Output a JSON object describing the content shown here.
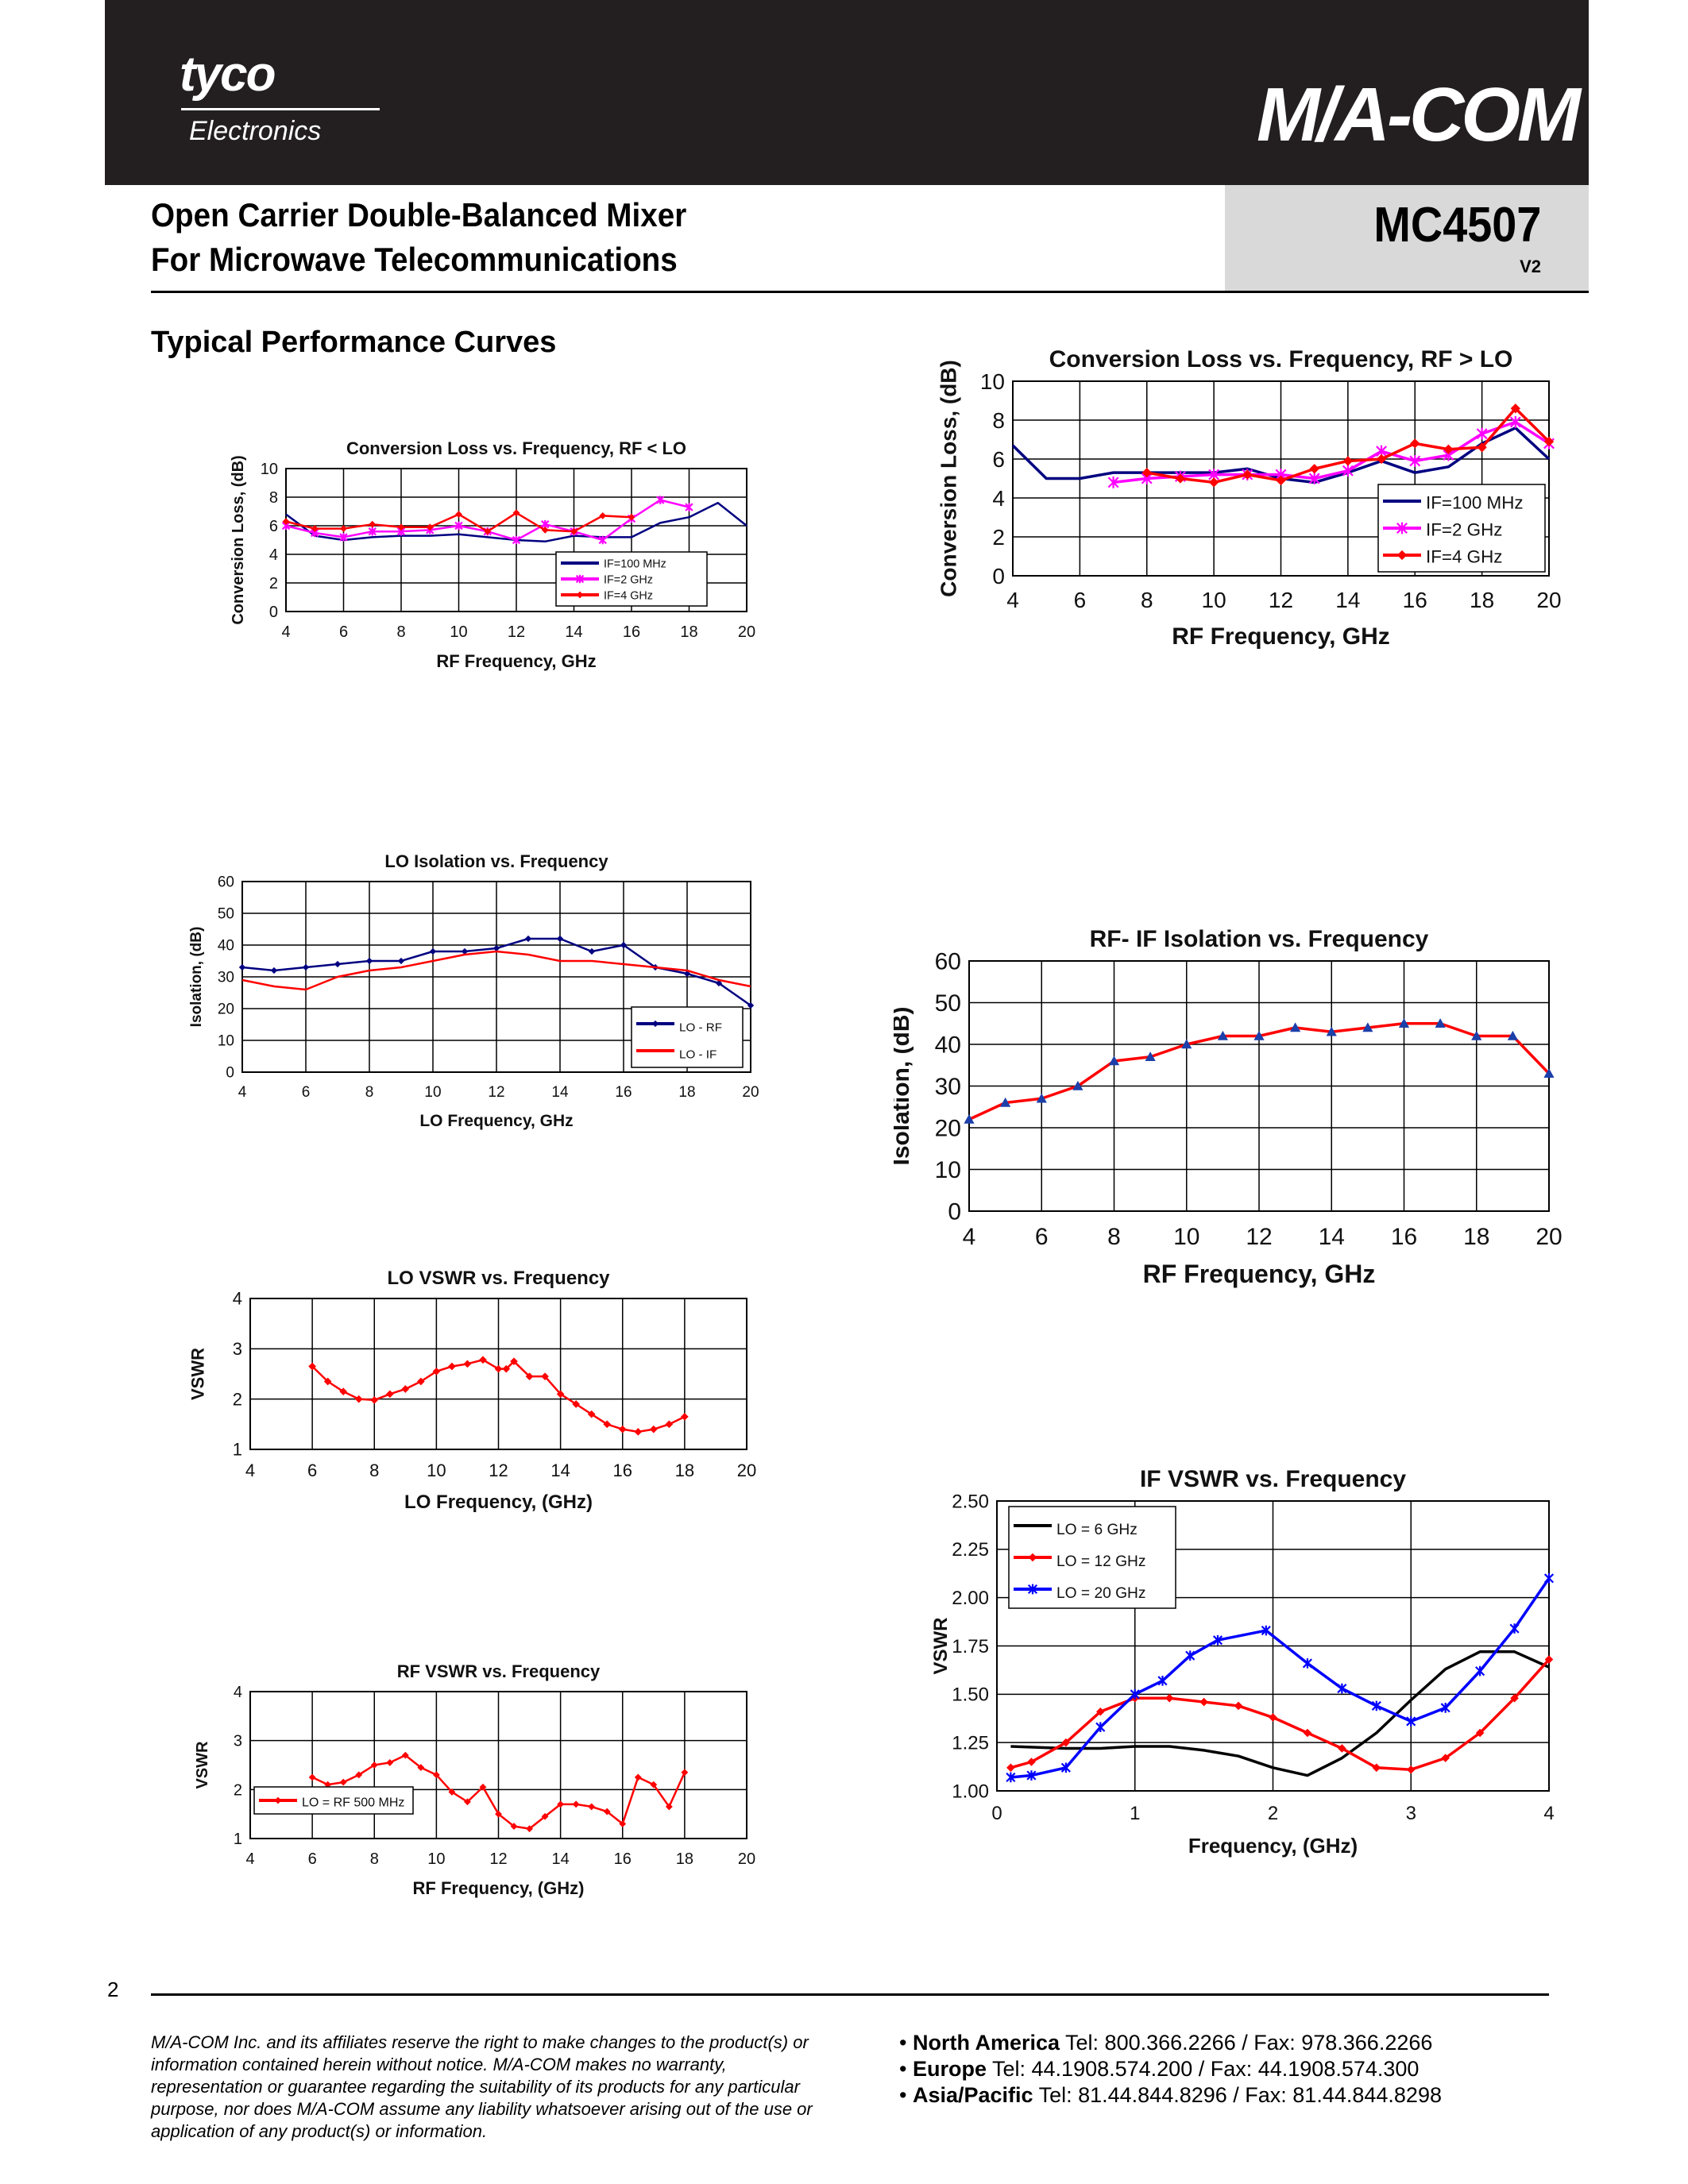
{
  "header": {
    "logo_left": "tyco",
    "logo_left_sub": "Electronics",
    "logo_right": "M/A-COM"
  },
  "title": {
    "line1": "Open Carrier Double-Balanced Mixer",
    "line2": "For Microwave Telecommunications",
    "part_number": "MC4507",
    "revision": "V2"
  },
  "section_title": "Typical Performance Curves",
  "chart_data": [
    {
      "id": "cl_rf_lt_lo",
      "type": "line",
      "title": "Conversion Loss vs. Frequency, RF < LO",
      "xlabel": "RF Frequency, GHz",
      "ylabel": "Conversion Loss, (dB)",
      "xlim": [
        4,
        20
      ],
      "ylim": [
        0,
        10
      ],
      "xticks": [
        4,
        6,
        8,
        10,
        12,
        14,
        16,
        18,
        20
      ],
      "yticks": [
        0,
        2,
        4,
        6,
        8,
        10
      ],
      "grid": true,
      "legend": "bottom-right",
      "series": [
        {
          "name": "IF=100 MHz",
          "color": "#000080",
          "marker": "none",
          "x": [
            4,
            5,
            6,
            7,
            8,
            9,
            10,
            11,
            12,
            13,
            14,
            15,
            16,
            17,
            18,
            19,
            20
          ],
          "y": [
            6.8,
            5.3,
            5.0,
            5.2,
            5.3,
            5.3,
            5.4,
            5.2,
            5.0,
            4.9,
            5.3,
            5.2,
            5.2,
            6.2,
            6.6,
            7.6,
            6.0
          ]
        },
        {
          "name": "IF=2 GHz",
          "color": "#ff00ff",
          "marker": "x",
          "x": [
            4,
            5,
            6,
            7,
            8,
            9,
            10,
            11,
            12,
            13,
            14,
            15,
            16,
            17,
            18
          ],
          "y": [
            6.0,
            5.5,
            5.2,
            5.6,
            5.6,
            5.7,
            6.0,
            5.6,
            5.0,
            6.1,
            5.6,
            5.0,
            6.5,
            7.8,
            7.3
          ]
        },
        {
          "name": "IF=4 GHz",
          "color": "#ff0000",
          "marker": "diamond",
          "x": [
            4,
            5,
            6,
            7,
            8,
            9,
            10,
            11,
            12,
            13,
            14,
            15,
            16
          ],
          "y": [
            6.3,
            5.8,
            5.8,
            6.1,
            5.9,
            5.9,
            6.8,
            5.6,
            6.9,
            5.7,
            5.6,
            6.7,
            6.6
          ]
        }
      ]
    },
    {
      "id": "cl_rf_gt_lo",
      "type": "line",
      "title": "Conversion Loss vs. Frequency, RF > LO",
      "xlabel": "RF Frequency, GHz",
      "ylabel": "Conversion Loss, (dB)",
      "xlim": [
        4,
        20
      ],
      "ylim": [
        0,
        10
      ],
      "xticks": [
        4,
        6,
        8,
        10,
        12,
        14,
        16,
        18,
        20
      ],
      "yticks": [
        0,
        2,
        4,
        6,
        8,
        10
      ],
      "grid": true,
      "legend": "bottom-right",
      "series": [
        {
          "name": "IF=100 MHz",
          "color": "#000080",
          "marker": "none",
          "x": [
            4,
            5,
            6,
            7,
            8,
            9,
            10,
            11,
            12,
            13,
            14,
            15,
            16,
            17,
            18,
            19,
            20
          ],
          "y": [
            6.7,
            5.0,
            5.0,
            5.3,
            5.3,
            5.3,
            5.3,
            5.5,
            5.0,
            4.8,
            5.3,
            5.9,
            5.3,
            5.6,
            6.8,
            7.6,
            6.0
          ]
        },
        {
          "name": "IF=2 GHz",
          "color": "#ff00ff",
          "marker": "x",
          "x": [
            7,
            8,
            9,
            10,
            11,
            12,
            13,
            14,
            15,
            16,
            17,
            18,
            19,
            20
          ],
          "y": [
            4.8,
            5.0,
            5.1,
            5.2,
            5.2,
            5.2,
            5.0,
            5.4,
            6.4,
            5.9,
            6.2,
            7.3,
            7.9,
            6.8
          ]
        },
        {
          "name": "IF=4 GHz",
          "color": "#ff0000",
          "marker": "diamond",
          "x": [
            8,
            9,
            10,
            11,
            12,
            13,
            14,
            15,
            16,
            17,
            18,
            19,
            20
          ],
          "y": [
            5.3,
            5.0,
            4.8,
            5.2,
            4.9,
            5.5,
            5.9,
            6.0,
            6.8,
            6.5,
            6.6,
            8.6,
            6.9
          ]
        }
      ]
    },
    {
      "id": "lo_isolation",
      "type": "line",
      "title": "LO Isolation vs. Frequency",
      "xlabel": "LO Frequency, GHz",
      "ylabel": "Isolation, (dB)",
      "xlim": [
        4,
        20
      ],
      "ylim": [
        0,
        60
      ],
      "xticks": [
        4,
        6,
        8,
        10,
        12,
        14,
        16,
        18,
        20
      ],
      "yticks": [
        0,
        10,
        20,
        30,
        40,
        50,
        60
      ],
      "grid": true,
      "legend": "bottom-right",
      "series": [
        {
          "name": "LO - RF",
          "color": "#000080",
          "marker": "diamond",
          "x": [
            4,
            5,
            6,
            7,
            8,
            9,
            10,
            11,
            12,
            13,
            14,
            15,
            16,
            17,
            18,
            19,
            20
          ],
          "y": [
            33,
            32,
            33,
            34,
            35,
            35,
            38,
            38,
            39,
            42,
            42,
            38,
            40,
            33,
            31,
            28,
            21
          ]
        },
        {
          "name": "LO - IF",
          "color": "#ff0000",
          "marker": "none",
          "x": [
            4,
            5,
            6,
            7,
            8,
            9,
            10,
            11,
            12,
            13,
            14,
            15,
            16,
            17,
            18,
            19,
            20
          ],
          "y": [
            29,
            27,
            26,
            30,
            32,
            33,
            35,
            37,
            38,
            37,
            35,
            35,
            34,
            33,
            32,
            29,
            27
          ]
        }
      ]
    },
    {
      "id": "rf_if_isolation",
      "type": "line",
      "title": "RF- IF Isolation vs. Frequency",
      "xlabel": "RF Frequency, GHz",
      "ylabel": "Isolation, (dB)",
      "xlim": [
        4,
        20
      ],
      "ylim": [
        0,
        60
      ],
      "xticks": [
        4,
        6,
        8,
        10,
        12,
        14,
        16,
        18,
        20
      ],
      "yticks": [
        0,
        10,
        20,
        30,
        40,
        50,
        60
      ],
      "grid": true,
      "series": [
        {
          "color": "#ff0000",
          "marker": "triangle",
          "marker_color": "#1c3faa",
          "x": [
            4,
            5,
            6,
            7,
            8,
            9,
            10,
            11,
            12,
            13,
            14,
            15,
            16,
            17,
            18,
            19,
            20
          ],
          "y": [
            22,
            26,
            27,
            30,
            36,
            37,
            40,
            42,
            42,
            44,
            43,
            44,
            45,
            45,
            42,
            42,
            33
          ]
        }
      ]
    },
    {
      "id": "lo_vswr",
      "type": "line",
      "title": "LO VSWR vs. Frequency",
      "xlabel": "LO Frequency, (GHz)",
      "ylabel": "VSWR",
      "xlim": [
        4,
        20
      ],
      "ylim": [
        1.0,
        4.0
      ],
      "xticks": [
        4,
        6,
        8,
        10,
        12,
        14,
        16,
        18,
        20
      ],
      "yticks": [
        1.0,
        2.0,
        3.0,
        4.0
      ],
      "grid": true,
      "series": [
        {
          "color": "#ff0000",
          "marker": "diamond",
          "x": [
            6,
            6.5,
            7,
            7.5,
            8,
            8.5,
            9,
            9.5,
            10,
            10.5,
            11,
            11.5,
            12,
            12.25,
            12.5,
            13,
            13.5,
            14,
            14.5,
            15,
            15.5,
            16,
            16.5,
            17,
            17.5,
            18
          ],
          "y": [
            2.65,
            2.35,
            2.15,
            2.0,
            1.98,
            2.1,
            2.2,
            2.35,
            2.55,
            2.65,
            2.7,
            2.78,
            2.6,
            2.6,
            2.75,
            2.45,
            2.45,
            2.1,
            1.9,
            1.7,
            1.5,
            1.4,
            1.35,
            1.4,
            1.5,
            1.65
          ]
        }
      ]
    },
    {
      "id": "if_vswr",
      "type": "line",
      "title": "IF VSWR vs. Frequency",
      "xlabel": "Frequency, (GHz)",
      "ylabel": "VSWR",
      "xlim": [
        0,
        4
      ],
      "ylim": [
        1.0,
        2.5
      ],
      "xticks": [
        0,
        1,
        2,
        3,
        4
      ],
      "yticks": [
        1.0,
        1.25,
        1.5,
        1.75,
        2.0,
        2.25,
        2.5
      ],
      "grid": true,
      "legend": "top-left",
      "series": [
        {
          "name": "LO = 6 GHz",
          "color": "#000000",
          "marker": "none",
          "x": [
            0.1,
            0.5,
            0.75,
            1.0,
            1.25,
            1.5,
            1.75,
            2.0,
            2.25,
            2.5,
            2.75,
            3.0,
            3.25,
            3.5,
            3.75,
            4.0
          ],
          "y": [
            1.23,
            1.22,
            1.22,
            1.23,
            1.23,
            1.21,
            1.18,
            1.12,
            1.08,
            1.17,
            1.3,
            1.47,
            1.63,
            1.72,
            1.72,
            1.64
          ]
        },
        {
          "name": "LO = 12 GHz",
          "color": "#ff0000",
          "marker": "diamond",
          "x": [
            0.1,
            0.25,
            0.5,
            0.75,
            1.0,
            1.25,
            1.5,
            1.75,
            2.0,
            2.25,
            2.5,
            2.75,
            3.0,
            3.25,
            3.5,
            3.75,
            4.0
          ],
          "y": [
            1.12,
            1.15,
            1.25,
            1.41,
            1.48,
            1.48,
            1.46,
            1.44,
            1.38,
            1.3,
            1.22,
            1.12,
            1.11,
            1.17,
            1.3,
            1.48,
            1.68
          ]
        },
        {
          "name": "LO = 20 GHz",
          "color": "#0000ff",
          "marker": "star",
          "x": [
            0.1,
            0.25,
            0.5,
            0.75,
            1.0,
            1.2,
            1.4,
            1.6,
            1.95,
            2.25,
            2.5,
            2.75,
            3.0,
            3.25,
            3.5,
            3.75,
            4.0
          ],
          "y": [
            1.07,
            1.08,
            1.12,
            1.33,
            1.5,
            1.57,
            1.7,
            1.78,
            1.83,
            1.66,
            1.53,
            1.44,
            1.36,
            1.43,
            1.62,
            1.84,
            2.1
          ]
        }
      ]
    },
    {
      "id": "rf_vswr",
      "type": "line",
      "title": "RF VSWR vs. Frequency",
      "xlabel": "RF Frequency, (GHz)",
      "ylabel": "VSWR",
      "xlim": [
        4,
        20
      ],
      "ylim": [
        1.0,
        4.0
      ],
      "xticks": [
        4,
        6,
        8,
        10,
        12,
        14,
        16,
        18,
        20
      ],
      "yticks": [
        1.0,
        2.0,
        3.0,
        4.0
      ],
      "grid": true,
      "legend": "bottom-left",
      "series": [
        {
          "name": "LO = RF 500 MHz",
          "color": "#ff0000",
          "marker": "diamond",
          "x": [
            6,
            6.5,
            7,
            7.5,
            8,
            8.5,
            9,
            9.5,
            10,
            10.5,
            11,
            11.5,
            12,
            12.5,
            13,
            13.5,
            14,
            14.5,
            15,
            15.5,
            16,
            16.5,
            17,
            17.5,
            18
          ],
          "y": [
            2.25,
            2.1,
            2.15,
            2.3,
            2.5,
            2.55,
            2.7,
            2.45,
            2.3,
            1.95,
            1.75,
            2.05,
            1.5,
            1.25,
            1.2,
            1.45,
            1.7,
            1.7,
            1.65,
            1.55,
            1.3,
            2.25,
            2.1,
            1.65,
            2.35
          ]
        }
      ]
    }
  ],
  "footer": {
    "page_number": "2",
    "disclaimer": "M/A-COM Inc. and its affiliates reserve the right to make changes to the product(s) or information contained herein without notice. M/A-COM makes no warranty, representation or guarantee regarding the suitability of its products for any particular purpose, nor does M/A-COM assume any liability whatsoever arising out of the use or application of any product(s) or information.",
    "contacts": [
      {
        "bullet": "•",
        "region": "North America",
        "text": "Tel: 800.366.2266 / Fax: 978.366.2266"
      },
      {
        "bullet": "•",
        "region": "Europe",
        "text": "Tel: 44.1908.574.200 / Fax: 44.1908.574.300"
      },
      {
        "bullet": "•",
        "region": "Asia/Pacific",
        "text": "Tel: 81.44.844.8296 / Fax: 81.44.844.8298"
      }
    ]
  }
}
